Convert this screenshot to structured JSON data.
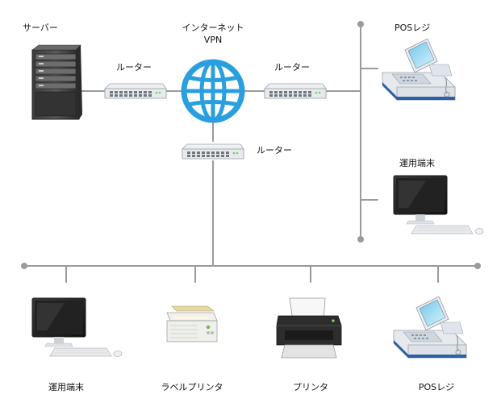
{
  "labels": {
    "server": "サーバー",
    "internet": "インターネット",
    "vpn": "VPN",
    "router_left": "ルーター",
    "router_right": "ルーター",
    "router_mid": "ルーター",
    "pos_top": "POSレジ",
    "terminal_right": "運用端末",
    "terminal_bottom": "運用端末",
    "label_printer": "ラベルプリンタ",
    "printer": "プリンタ",
    "pos_bottom": "POSレジ"
  },
  "colors": {
    "line": "#9a9a9a",
    "globe": "#2a9fe0",
    "router_body": "#e4e6e8",
    "monitor": "#2b2b2b",
    "pos_body": "#eaeef2",
    "pos_accent": "#2b5fa8"
  },
  "icons": {
    "server": "server-rack-icon",
    "globe": "globe-icon",
    "router": "network-switch-icon",
    "pos": "pos-register-icon",
    "terminal": "desktop-computer-icon",
    "label_printer": "label-printer-icon",
    "printer": "laser-printer-icon"
  }
}
